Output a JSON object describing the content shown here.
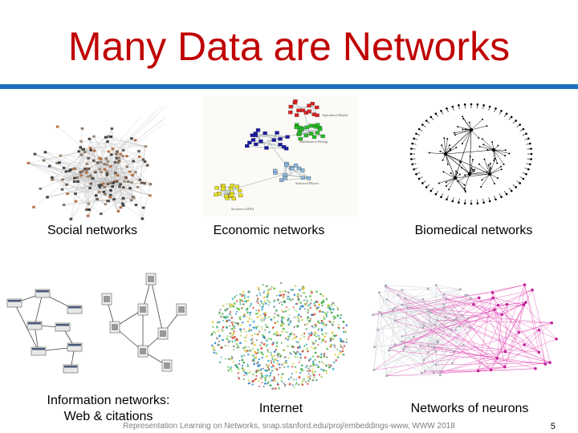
{
  "slide": {
    "title": "Many Data are Networks",
    "accent_color": "#c00000",
    "rule_color": "#1f6fbf"
  },
  "panels": {
    "social": {
      "caption": "Social networks"
    },
    "economic": {
      "caption": "Economic networks",
      "cluster_labels": [
        "Agricultural Models",
        "Mathematical Biology",
        "Statistical Physics",
        "Structure of RNA"
      ]
    },
    "biomedical": {
      "caption": "Biomedical networks"
    },
    "information": {
      "caption_line1": "Information networks:",
      "caption_line2": "Web & citations"
    },
    "internet": {
      "caption": "Internet"
    },
    "neurons": {
      "caption": "Networks of neurons"
    }
  },
  "footer": {
    "text": "Representation Learning on Networks, snap.stanford.edu/proj/embeddings-www, WWW 2018",
    "page_number": "5"
  }
}
